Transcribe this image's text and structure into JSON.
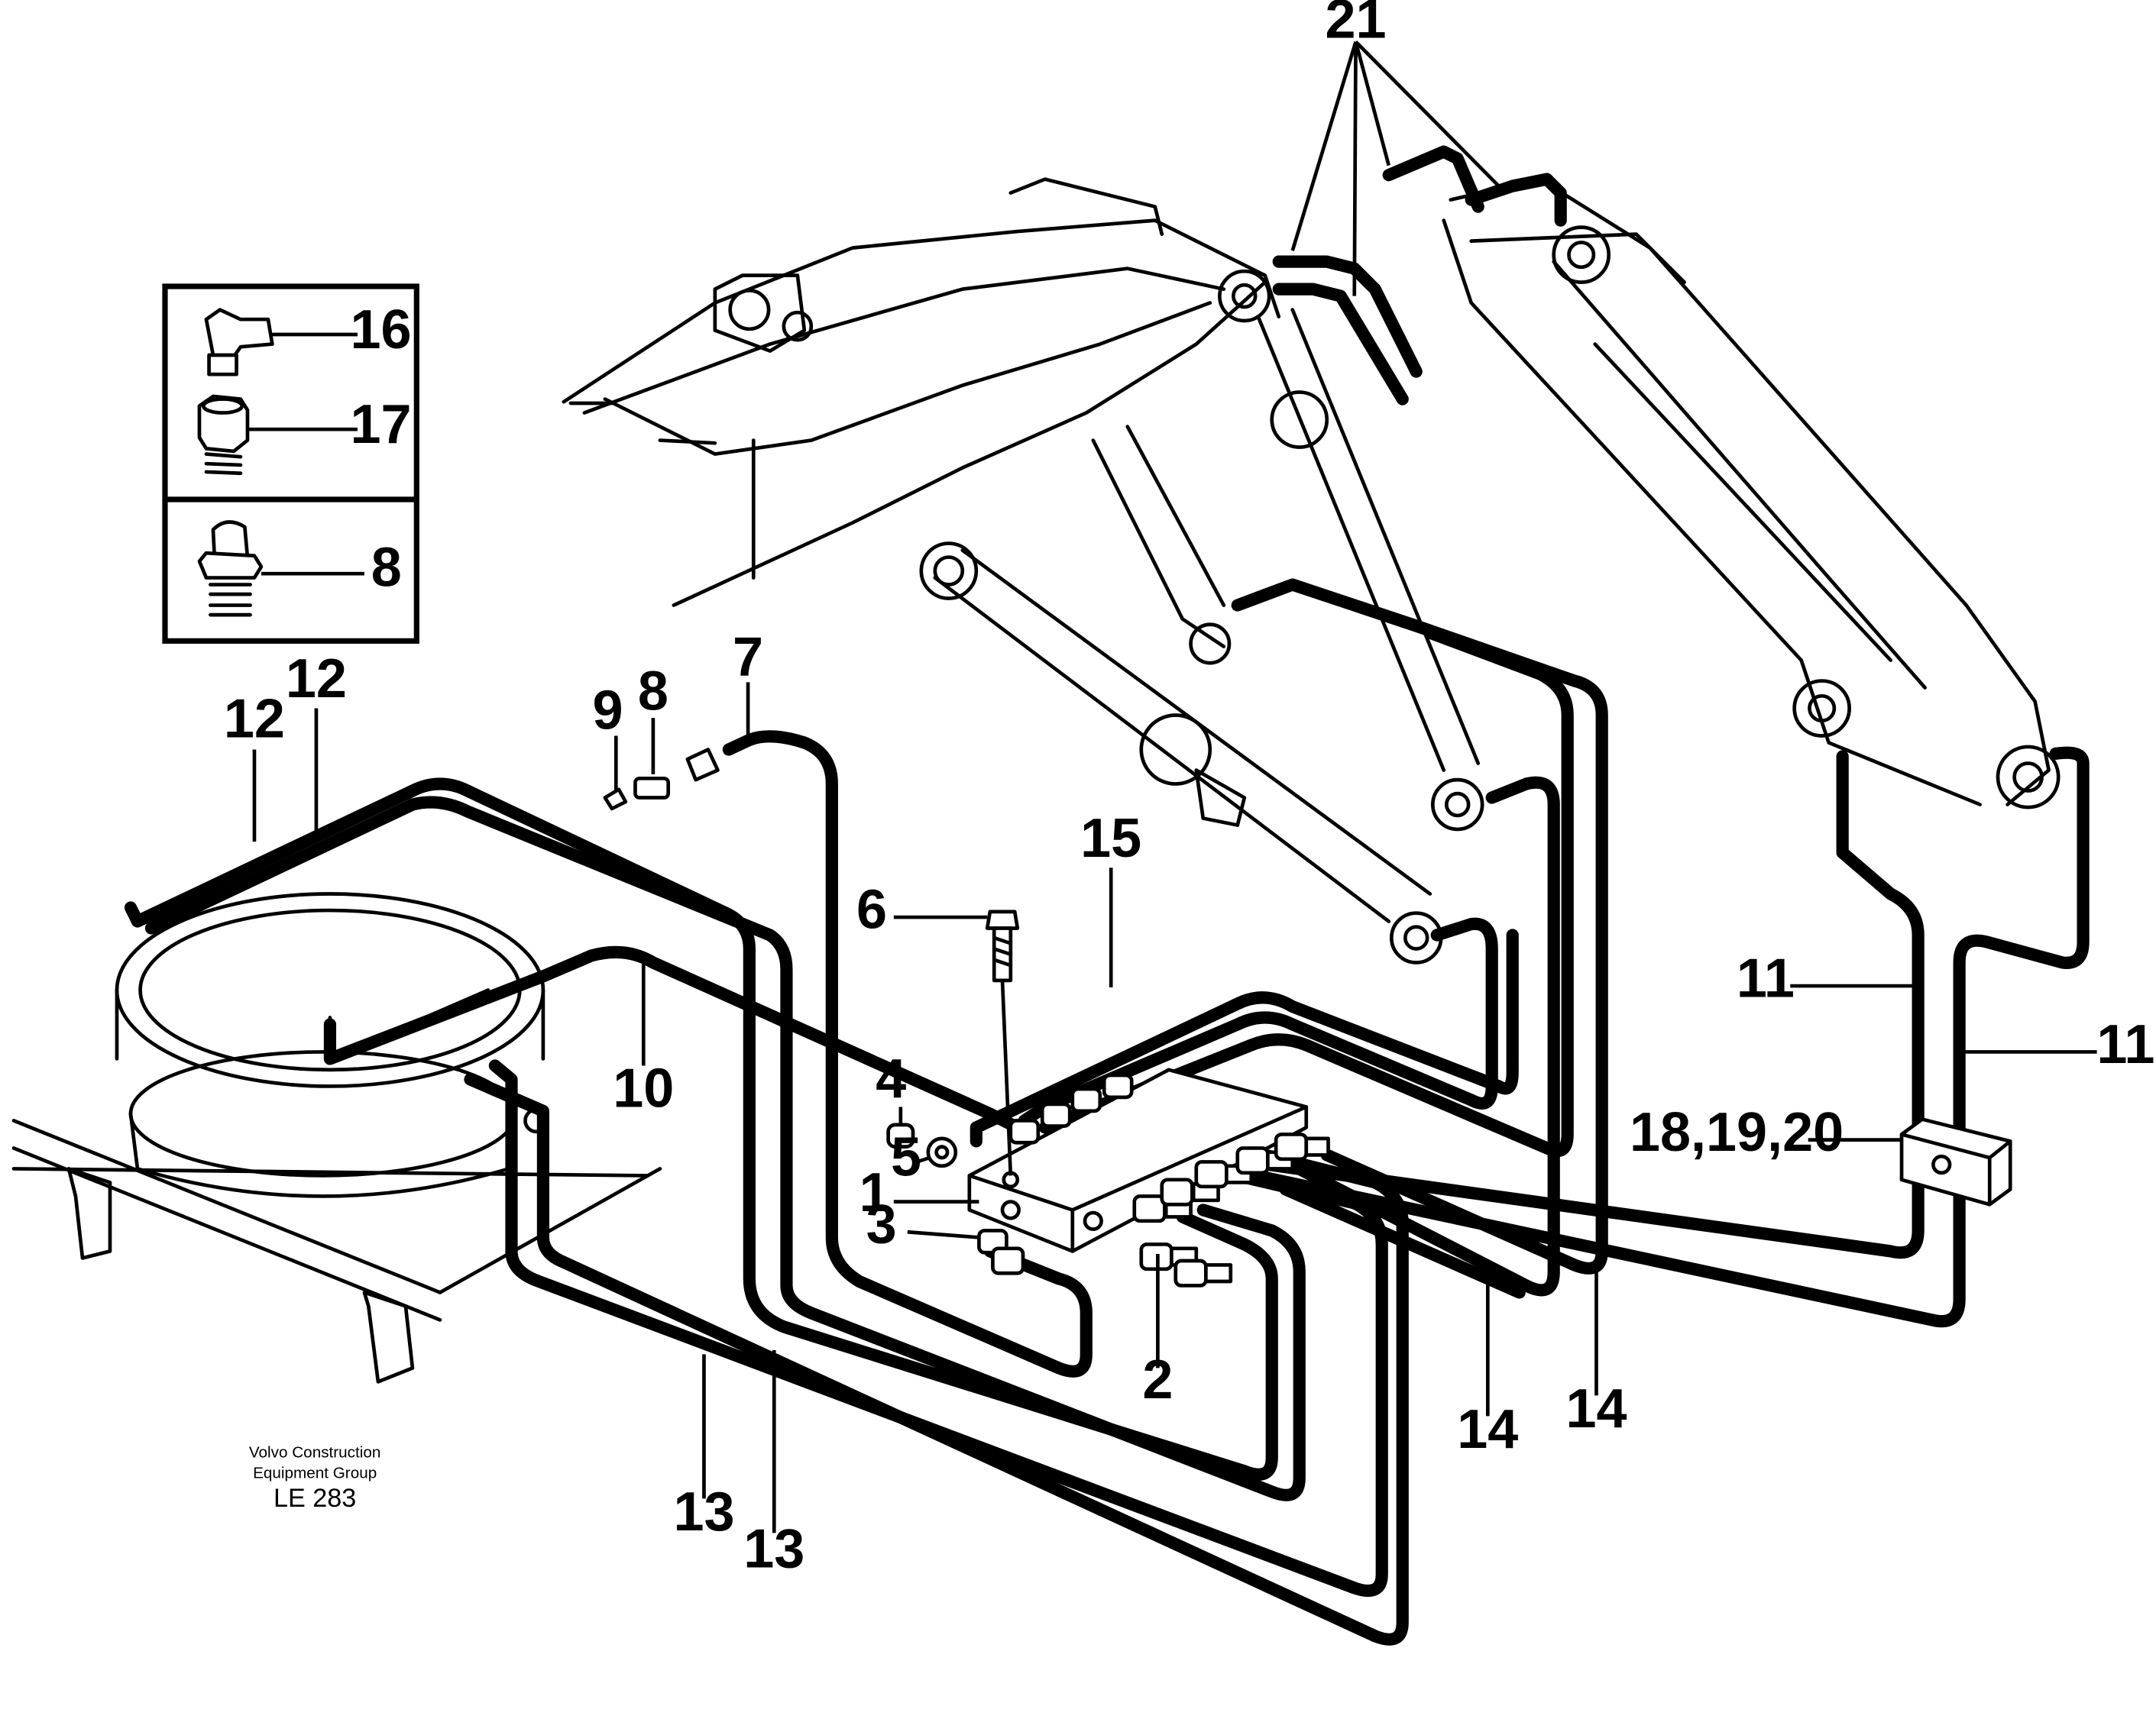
{
  "callouts": {
    "c1": "1",
    "c2": "2",
    "c3": "3",
    "c4": "4",
    "c5": "5",
    "c6": "6",
    "c7": "7",
    "c8_main": "8",
    "c8_inset": "8",
    "c9": "9",
    "c10": "10",
    "c11_left": "11",
    "c11_right": "11",
    "c12_left": "12",
    "c12_right": "12",
    "c13_left": "13",
    "c13_right": "13",
    "c14_left": "14",
    "c14_right": "14",
    "c15": "15",
    "c16": "16",
    "c17": "17",
    "c18_20": "18,19,20",
    "c21": "21"
  },
  "footer": {
    "line1": "Volvo Construction",
    "line2": "Equipment Group",
    "code": "LE 283"
  }
}
